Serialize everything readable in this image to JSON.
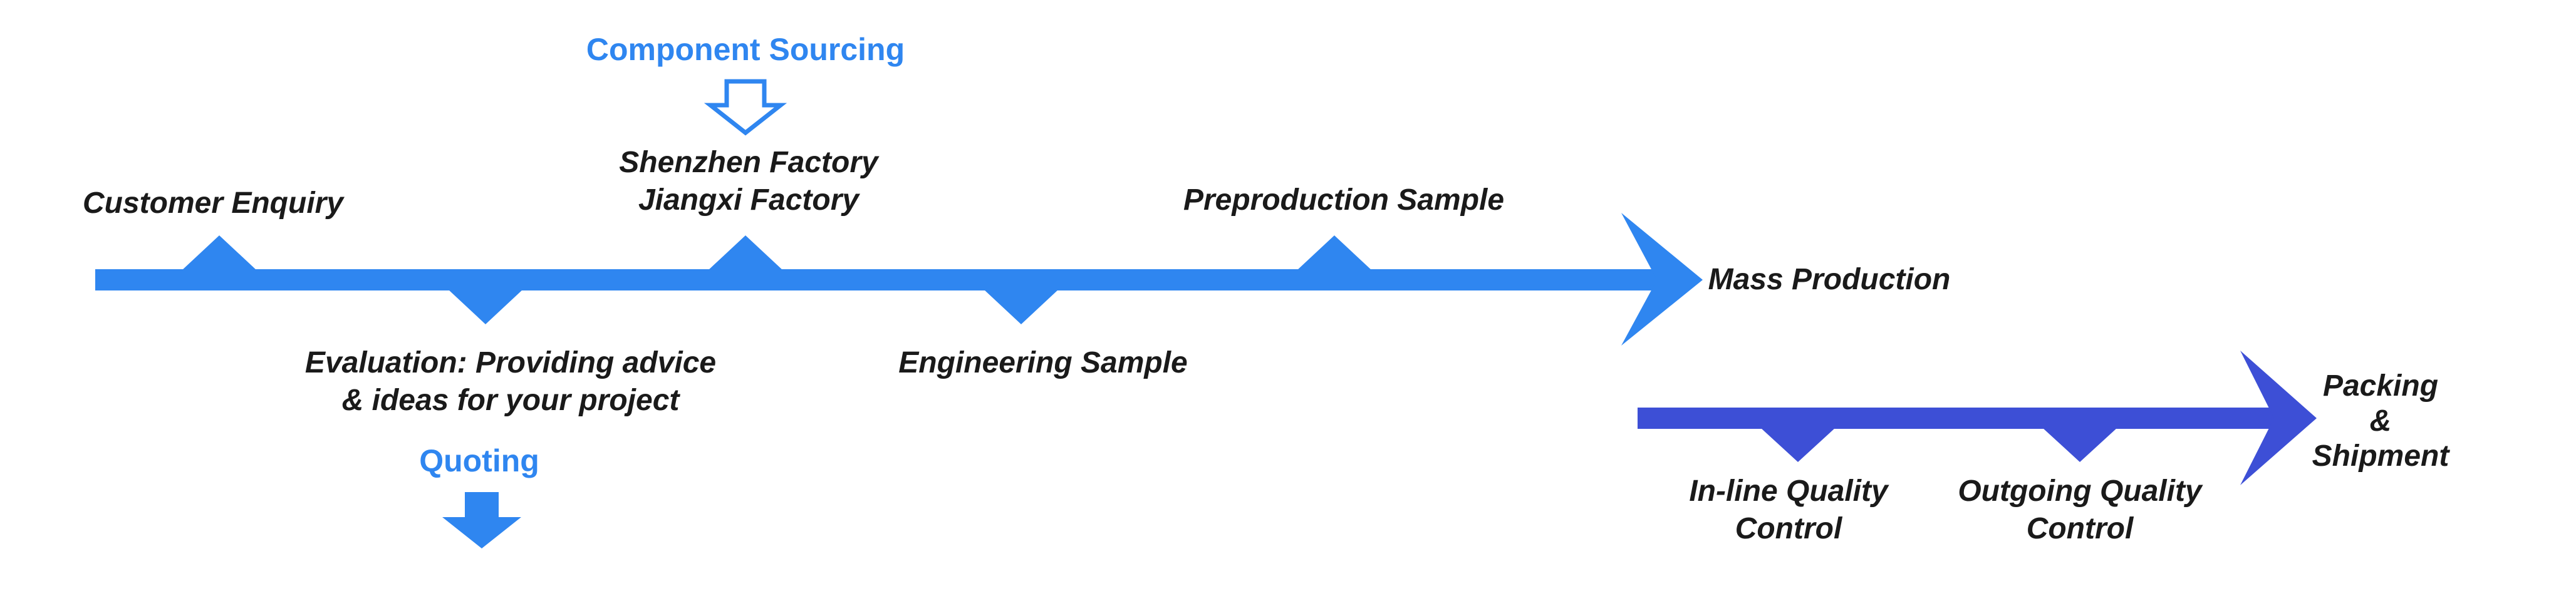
{
  "colors": {
    "main_flow": "#2f86f0",
    "qc_flow": "#3d4fd6",
    "text": "#1a1a1a",
    "highlight_text": "#2f86f0"
  },
  "steps": {
    "customer_enquiry": "Customer Enquiry",
    "evaluation_line1": "Evaluation: Providing advice",
    "evaluation_line2": "& ideas for your project",
    "factories_line1": "Shenzhen Factory",
    "factories_line2": "Jiangxi Factory",
    "engineering_sample": "Engineering Sample",
    "preproduction_sample": "Preproduction Sample",
    "mass_production": "Mass Production"
  },
  "callouts": {
    "component_sourcing": "Component Sourcing",
    "quoting": "Quoting"
  },
  "qc_steps": {
    "inline_line1": "In-line Quality",
    "inline_line2": "Control",
    "outgoing_line1": "Outgoing Quality",
    "outgoing_line2": "Control",
    "packing_line1": "Packing",
    "packing_line2": "&",
    "packing_line3": "Shipment"
  }
}
